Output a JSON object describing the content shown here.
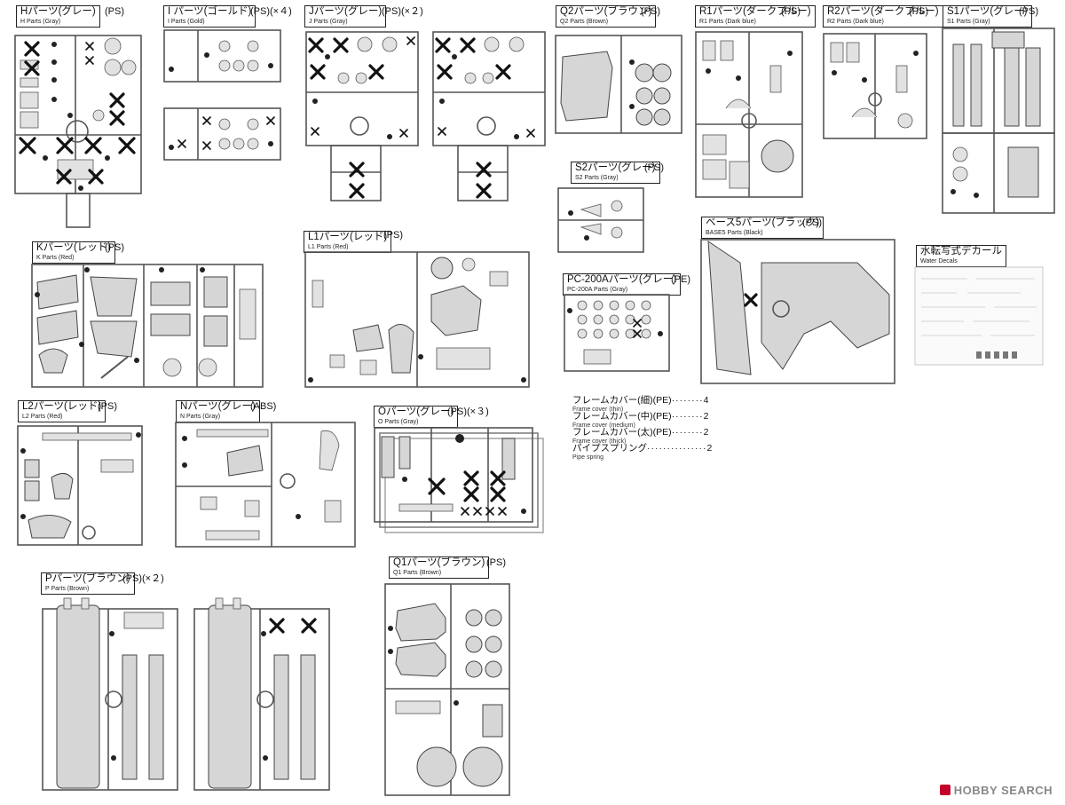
{
  "header_labels": {
    "H": {
      "jp": "Hパーツ(グレー)",
      "en": "H Parts (Gray)",
      "tag": "(PS)"
    },
    "I": {
      "jp": "I パーツ(ゴールド)",
      "en": "I  Parts (Gold)",
      "tag": "(PS)(×４)"
    },
    "J": {
      "jp": "Jパーツ(グレー)",
      "en": "J Parts (Gray)",
      "tag": "(PS)(×２)"
    },
    "Q2": {
      "jp": "Q2パーツ(ブラウン)",
      "en": "Q2 Parts (Brown)",
      "tag": "(PS)"
    },
    "R1": {
      "jp": "R1パーツ(ダークブルー)",
      "en": "R1 Parts (Dark blue)",
      "tag": "(PS)"
    },
    "R2": {
      "jp": "R2パーツ(ダークブルー)",
      "en": "R2 Parts (Dark blue)",
      "tag": "(PS)"
    },
    "S1": {
      "jp": "S1パーツ(グレー)",
      "en": "S1 Parts (Gray)",
      "tag": "(PS)"
    },
    "S2": {
      "jp": "S2パーツ(グレー)",
      "en": "S2 Parts (Gray)",
      "tag": "(PS)"
    },
    "BASE5": {
      "jp": "ベース5パーツ(ブラック)",
      "en": "BASE5 Parts (Black)",
      "tag": "(PS)"
    },
    "K": {
      "jp": "Kパーツ(レッド)",
      "en": "K Parts (Red)",
      "tag": "(PS)"
    },
    "L1": {
      "jp": "L1パーツ(レッド)",
      "en": "L1 Parts (Red)",
      "tag": "(PS)"
    },
    "PC200A": {
      "jp": "PC-200Aパーツ(グレー)",
      "en": "PC-200A Parts (Gray)",
      "tag": "(PE)"
    },
    "Water": {
      "jp": "水転写式デカール",
      "en": "Water Decals"
    },
    "L2": {
      "jp": "L2パーツ(レッド)",
      "en": "L2 Parts (Red)",
      "tag": "(PS)"
    },
    "N": {
      "jp": "Nパーツ(グレー)",
      "en": "N Parts (Gray)",
      "tag": "(ABS)"
    },
    "O": {
      "jp": "Oパーツ(グレー)",
      "en": "O Parts (Gray)",
      "tag": "(PS)(×３)"
    },
    "P": {
      "jp": "Pパーツ(ブラウン)",
      "en": "P Parts (Brown)",
      "tag": "(PS)(×２)"
    },
    "Q1": {
      "jp": "Q1パーツ(ブラウン)",
      "en": "Q1 Parts (Brown)",
      "tag": "(PS)"
    }
  },
  "accessories": [
    {
      "jp": "フレームカバー(細)(PE)",
      "en": "Frame cover (thin)",
      "qty": "4"
    },
    {
      "jp": "フレームカバー(中)(PE)",
      "en": "Frame cover (medium)",
      "qty": "2"
    },
    {
      "jp": "フレームカバー(太)(PE)",
      "en": "Frame cover (thick)",
      "qty": "2"
    },
    {
      "jp": "パイプスプリング",
      "en": "Pipe spring",
      "qty": "2"
    }
  ],
  "logo": "HOBBY SEARCH",
  "colors": {
    "plate": "#d6d6d6",
    "frame": "#555555",
    "mark": "#111111",
    "logo_mark": "#c4002a"
  }
}
